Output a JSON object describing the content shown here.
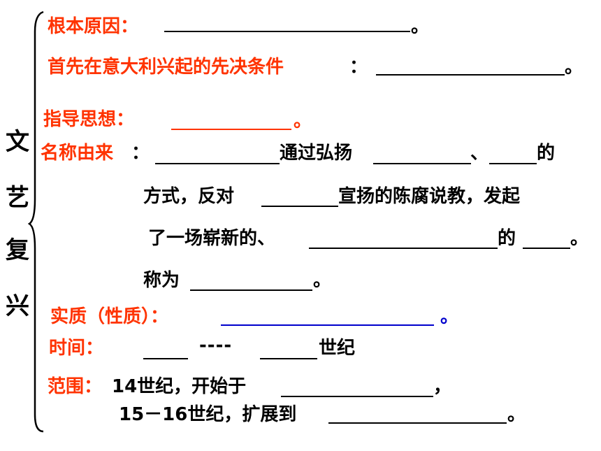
{
  "title_chars": [
    "文",
    "艺",
    "复",
    "兴"
  ],
  "row1": {
    "label": "根本原因：",
    "end": "。"
  },
  "row2": {
    "label": "首先在意大利兴起的先决条件",
    "colon": "：",
    "end": "。"
  },
  "row3": {
    "label": "指导思想：",
    "end": "。"
  },
  "row4": {
    "label": "名称由来",
    "colon": "：",
    "t1": "通过弘扬",
    "t2": "、",
    "t3": "的"
  },
  "row5": {
    "t1": "方式，反对",
    "t2": "宣扬的陈腐说教，发起"
  },
  "row6": {
    "t1": "了一场崭新的、",
    "t2": "的",
    "t3": "。"
  },
  "row7": {
    "t1": "称为",
    "t2": "。"
  },
  "row8": {
    "label": "实质（性质）：",
    "end": "。"
  },
  "row9": {
    "label": "时间：",
    "dash": "----",
    "t2": "世纪"
  },
  "row10": {
    "label": "范围：",
    "t1": "14世纪，开始于",
    "t2": "，"
  },
  "row11": {
    "t1": "15－16世纪，扩展到",
    "t2": "。"
  },
  "colors": {
    "red": "#ff3300",
    "black": "#000000",
    "blue": "#0000cc"
  }
}
